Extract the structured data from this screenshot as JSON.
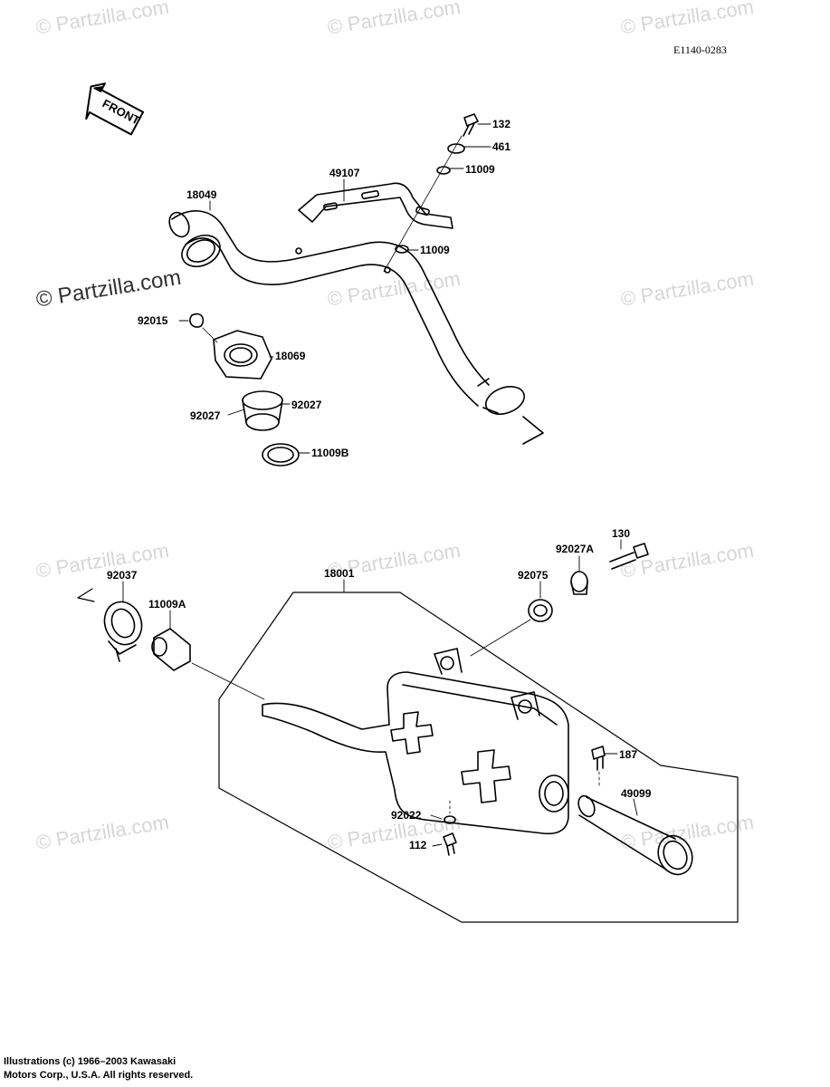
{
  "diagram_id": "E1140-0283",
  "front_label": "FRONT",
  "watermark": "© Partzilla.com",
  "copyright": {
    "line1": "Illustrations (c) 1966–2003 Kawasaki",
    "line2": "Motors Corp., U.S.A.  All rights reserved."
  },
  "parts": {
    "p132": "132",
    "p461": "461",
    "p11009_top": "11009",
    "p49107": "49107",
    "p18049": "18049",
    "p11009_mid": "11009",
    "p92015": "92015",
    "p18069": "18069",
    "p92027_left": "92027",
    "p92027_right": "92027",
    "p11009B": "11009B",
    "p130": "130",
    "p92027A": "92027A",
    "p92037": "92037",
    "p18001": "18001",
    "p92075": "92075",
    "p11009A": "11009A",
    "p187": "187",
    "p49099": "49099",
    "p92022": "92022",
    "p112": "112"
  }
}
